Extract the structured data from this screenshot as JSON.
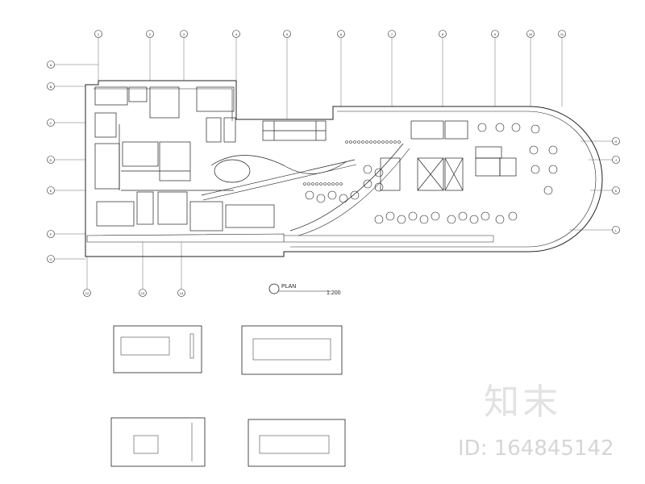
{
  "title": "PLAN",
  "scale": "1:200",
  "watermark": {
    "brand": "知末",
    "id_text": "ID: 164845142"
  },
  "grid_bubbles": {
    "top": [
      "1",
      "2",
      "3",
      "4",
      "5",
      "6",
      "7",
      "8",
      "9",
      "10",
      "11"
    ],
    "left": [
      "A",
      "B",
      "C",
      "D",
      "E",
      "F",
      "G"
    ],
    "bottom": [
      "12",
      "13",
      "14"
    ],
    "right": [
      "H",
      "J",
      "K",
      "L"
    ]
  },
  "detail_sheets": [
    {
      "name": "elevation-detail-1"
    },
    {
      "name": "elevation-detail-2"
    },
    {
      "name": "elevation-detail-3"
    },
    {
      "name": "elevation-detail-4"
    }
  ]
}
